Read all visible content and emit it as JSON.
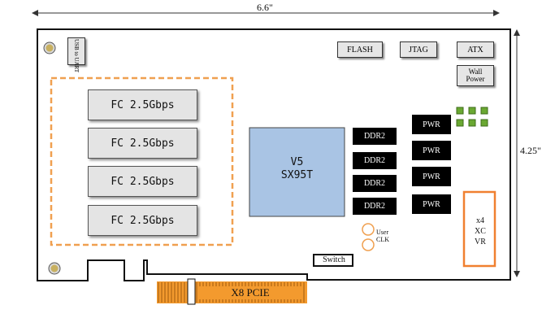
{
  "dimensions": {
    "width_label": "6.6\"",
    "height_label": "4.25\""
  },
  "connectors": {
    "usb_uart": "USB to UART",
    "flash": "FLASH",
    "jtag": "JTAG",
    "atx": "ATX",
    "wall_power": "Wall Power"
  },
  "fc_ports": [
    "FC 2.5Gbps",
    "FC 2.5Gbps",
    "FC 2.5Gbps",
    "FC 2.5Gbps"
  ],
  "fpga": {
    "line1": "V5",
    "line2": "SX95T"
  },
  "ddr2": [
    "DDR2",
    "DDR2",
    "DDR2",
    "DDR2"
  ],
  "pwr": [
    "PWR",
    "PWR",
    "PWR",
    "PWR"
  ],
  "user_clk": {
    "line1": "User",
    "line2": "CLK"
  },
  "switch_label": "Switch",
  "vr": {
    "line1": "x4",
    "line2": "XC",
    "line3": "VR"
  },
  "pcie": "X8 PCIE",
  "colors": {
    "fpga": "#a9c4e4",
    "dashed": "#f0a050",
    "vr_border": "#f08030",
    "fingers": "#f39a2e",
    "green_pads": "#6aa832"
  }
}
